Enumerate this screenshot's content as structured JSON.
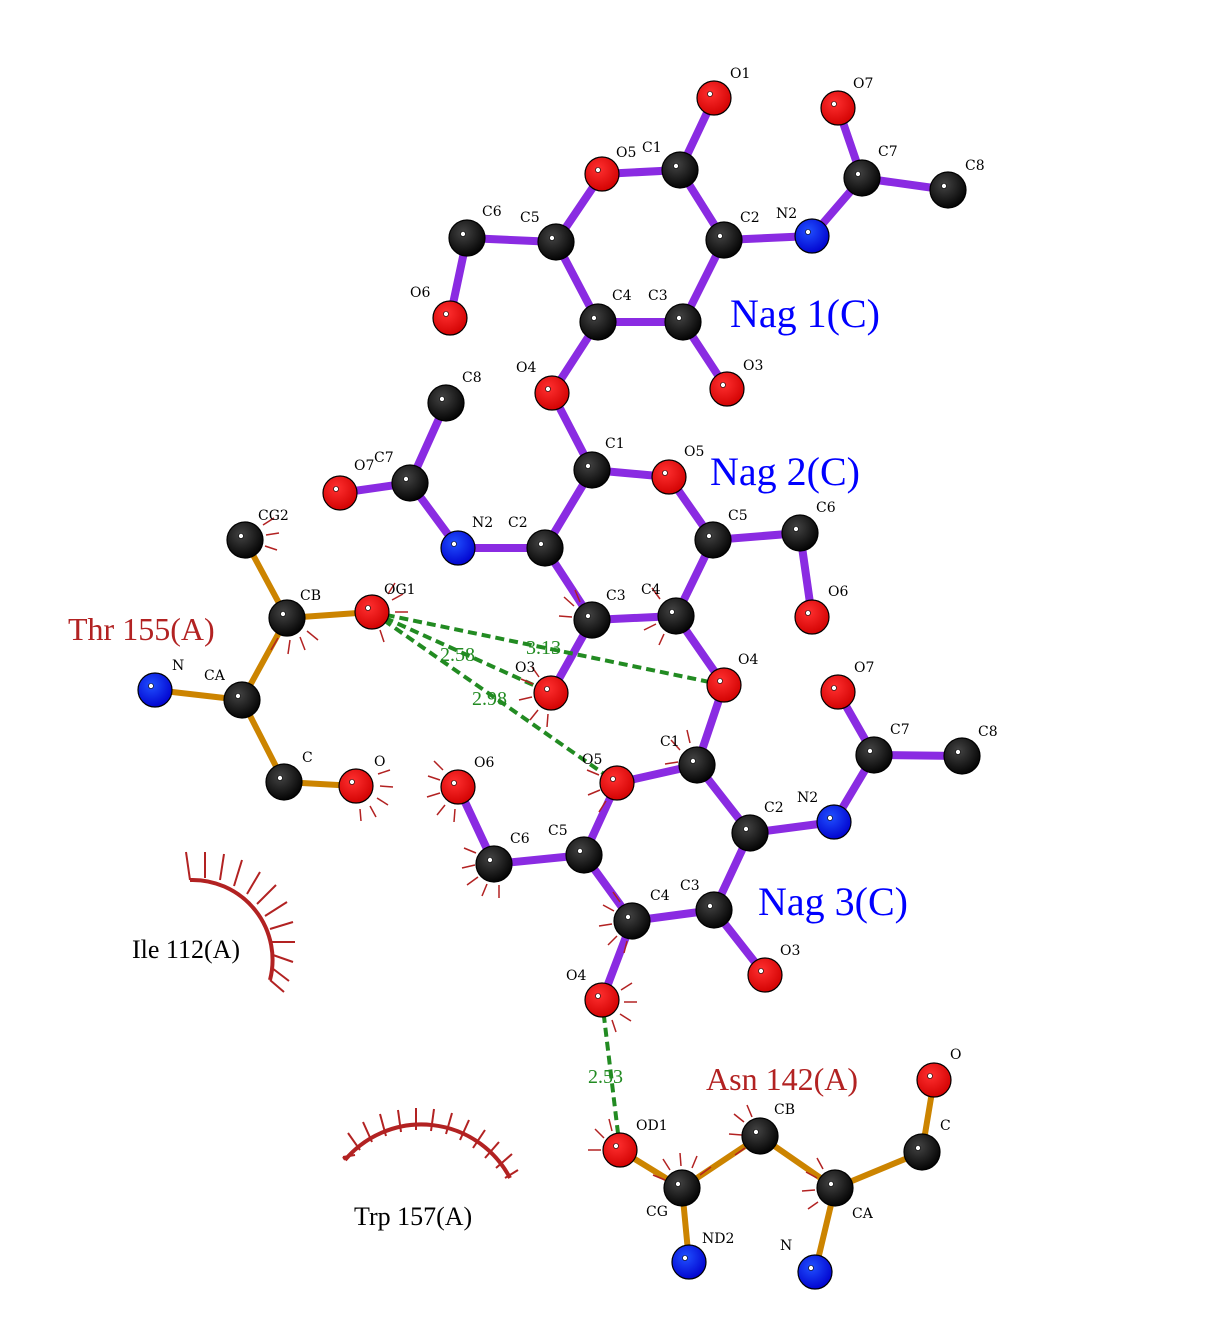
{
  "residue_labels": {
    "nag1": "Nag 1(C)",
    "nag2": "Nag 2(C)",
    "nag3": "Nag 3(C)",
    "thr155": "Thr 155(A)",
    "asn142": "Asn 142(A)",
    "ile112": "Ile 112(A)",
    "trp157": "Trp 157(A)"
  },
  "hbond_distances": {
    "og1_o3": "2.58",
    "og1_o4": "3.13",
    "og1_o5": "2.98",
    "o4_od1": "2.53"
  },
  "atom_labels": {
    "nag1": {
      "o1": "O1",
      "o5": "O5",
      "c1": "C1",
      "c2": "C2",
      "n2": "N2",
      "c7": "C7",
      "o7": "O7",
      "c8": "C8",
      "c3": "C3",
      "o3": "O3",
      "c4": "C4",
      "c5": "C5",
      "c6": "C6",
      "o6": "O6",
      "o4": "O4"
    },
    "nag2": {
      "c8": "C8",
      "c7": "C7",
      "o7": "O7",
      "n2": "N2",
      "c2": "C2",
      "c1": "C1",
      "o5": "O5",
      "c5": "C5",
      "c6": "C6",
      "o6": "O6",
      "c4": "C4",
      "c3": "C3",
      "o3": "O3",
      "o4": "O4"
    },
    "nag3": {
      "c1": "C1",
      "o5": "O5",
      "c2": "C2",
      "n2": "N2",
      "c7": "C7",
      "o7": "O7",
      "c8": "C8",
      "c5": "C5",
      "c6": "C6",
      "o6": "O6",
      "c4": "C4",
      "c3": "C3",
      "o3": "O3",
      "o4": "O4"
    },
    "thr155": {
      "cg2": "CG2",
      "cb": "CB",
      "og1": "OG1",
      "n": "N",
      "ca": "CA",
      "c": "C",
      "o": "O"
    },
    "asn142": {
      "od1": "OD1",
      "cg": "CG",
      "nd2": "ND2",
      "cb": "CB",
      "ca": "CA",
      "n": "N",
      "c": "C",
      "o": "O"
    }
  },
  "colors": {
    "ligand_bond": "#8A2BE2",
    "protein_bond": "#CC8400",
    "carbon": "#000000",
    "oxygen": "#FF0000",
    "nitrogen": "#0000FF",
    "hbond": "#228B22",
    "hydrophobic": "#B22222",
    "ligand_label": "#0000FF",
    "hbond_residue_label": "#B22222",
    "hydrophobic_residue_label": "#000000"
  }
}
